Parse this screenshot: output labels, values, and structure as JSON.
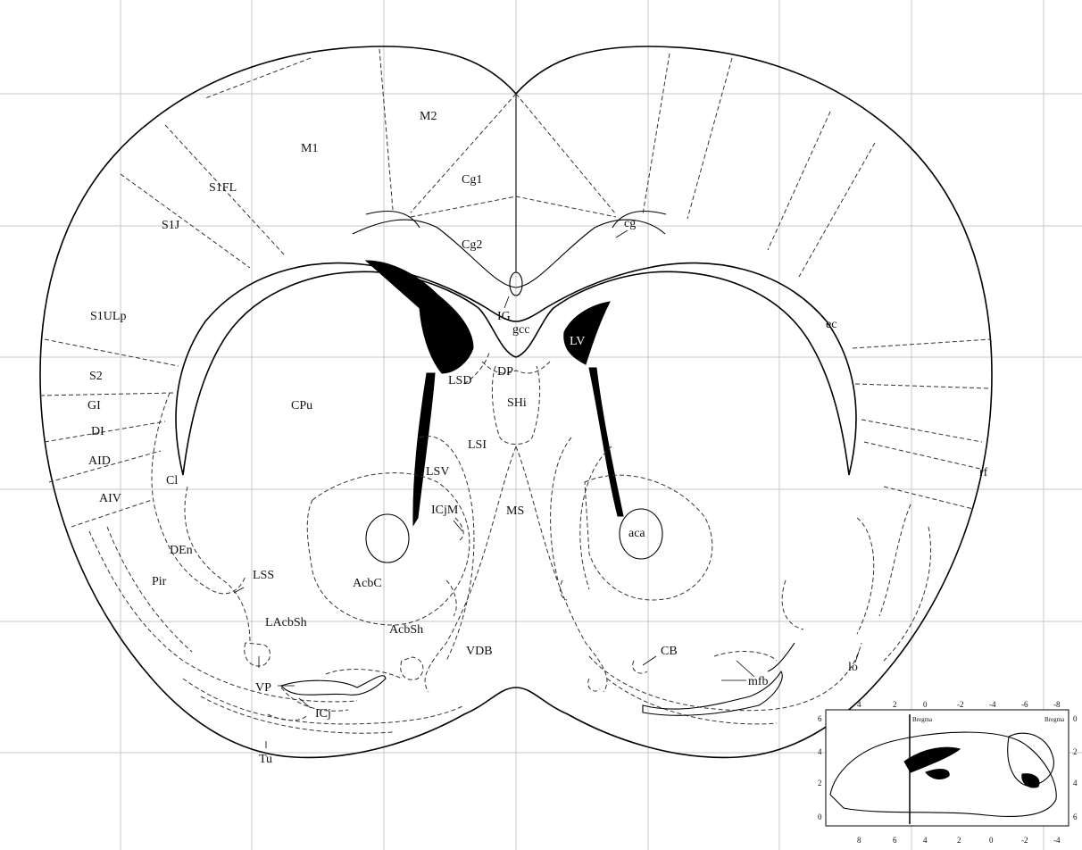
{
  "regions": {
    "M2": "M2",
    "M1": "M1",
    "Cg1": "Cg1",
    "Cg2": "Cg2",
    "S1FL": "S1FL",
    "S1J": "S1J",
    "S1ULp": "S1ULp",
    "S2": "S2",
    "GI": "GI",
    "DI": "DI",
    "AID": "AID",
    "AIV": "AIV",
    "Cl": "Cl",
    "DEn": "DEn",
    "Pir": "Pir",
    "LSS": "LSS",
    "LAcbSh": "LAcbSh",
    "AcbC": "AcbC",
    "AcbSh": "AcbSh",
    "VP": "VP",
    "ICj": "ICj",
    "Tu": "Tu",
    "CPu": "CPu",
    "LSD": "LSD",
    "LSV": "LSV",
    "LSI": "LSI",
    "ICjM": "ICjM",
    "MS": "MS",
    "VDB": "VDB",
    "DP": "DP",
    "SHi": "SHi",
    "IG": "IG",
    "gcc": "gcc",
    "cg": "cg",
    "LV": "LV",
    "ec": "ec",
    "rf": "rf",
    "aca": "aca",
    "CB": "CB",
    "mfb": "mfb",
    "lo": "lo"
  },
  "inset": {
    "title_left": "Bregma",
    "title_right": "Bregma",
    "top_ticks": [
      "4",
      "2",
      "0",
      "-2",
      "-4",
      "-6",
      "-8"
    ],
    "bottom_ticks": [
      "8",
      "6",
      "4",
      "2",
      "0",
      "-2",
      "-4"
    ],
    "left_ticks": [
      "6",
      "4",
      "2",
      "0"
    ],
    "right_ticks": [
      "0",
      "2",
      "4",
      "6"
    ]
  }
}
